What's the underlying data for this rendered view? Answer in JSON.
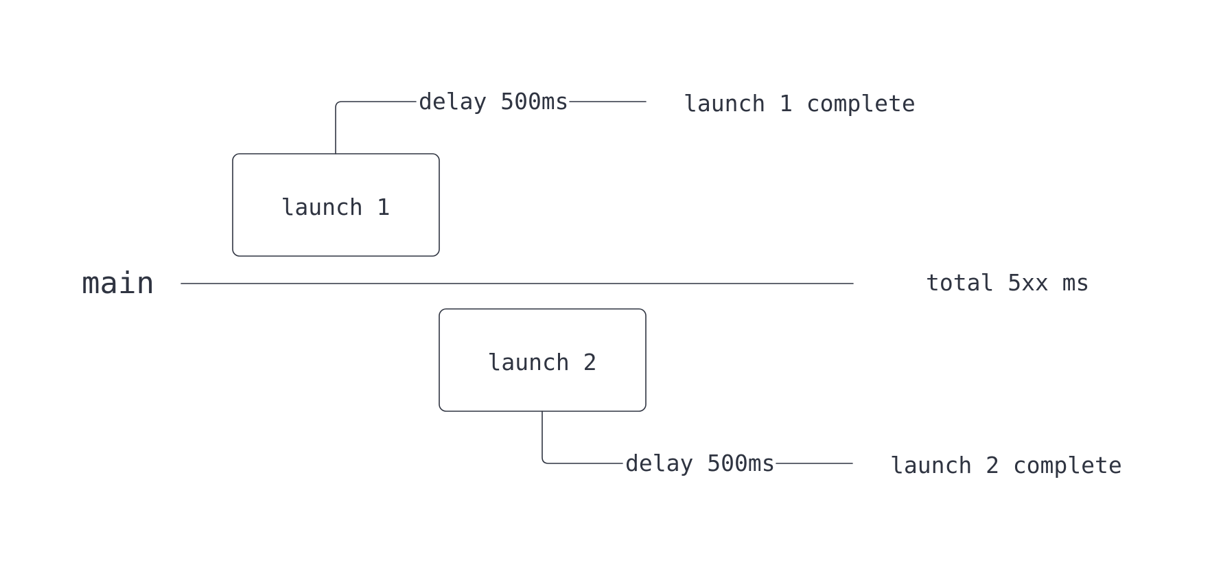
{
  "diagram": {
    "main_label": "main",
    "total_label": "total 5xx ms",
    "launch1": {
      "box_label": "launch 1",
      "delay_label": "delay 500ms",
      "complete_label": "launch 1 complete"
    },
    "launch2": {
      "box_label": "launch 2",
      "delay_label": "delay 500ms",
      "complete_label": "launch 2 complete"
    }
  }
}
